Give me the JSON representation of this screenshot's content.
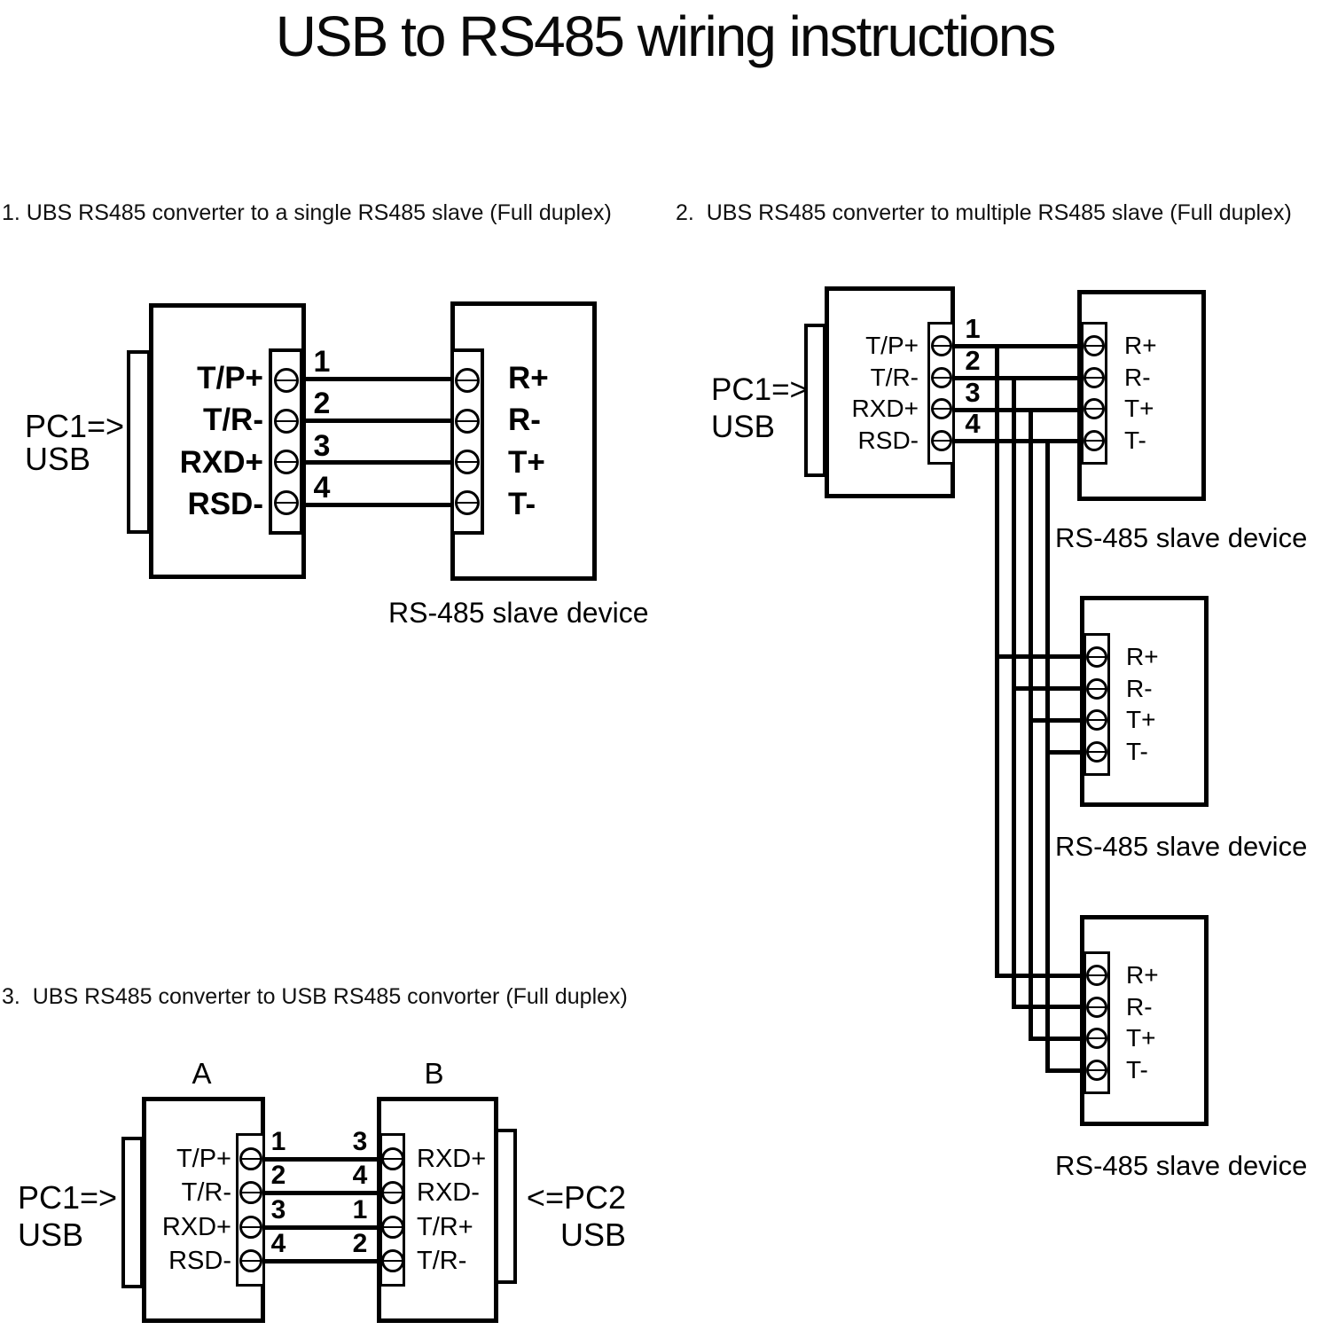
{
  "title": "USB to RS485 wiring instructions",
  "colors": {
    "ink": "#000000",
    "background": "#ffffff"
  },
  "sections": {
    "single": {
      "heading": "1. UBS RS485 converter to a single RS485 slave (Full duplex)",
      "converter": {
        "pc_label_line1": "PC1=>",
        "pc_label_line2": "USB",
        "pins": [
          "T/P+",
          "T/R-",
          "RXD+",
          "RSD-"
        ],
        "wire_numbers": [
          "1",
          "2",
          "3",
          "4"
        ]
      },
      "slave": {
        "pins": [
          "R+",
          "R-",
          "T+",
          "T-"
        ],
        "caption": "RS-485 slave device"
      }
    },
    "multiple": {
      "heading": "2.  UBS RS485 converter to multiple RS485 slave (Full duplex)",
      "converter": {
        "pc_label_line1": "PC1=>",
        "pc_label_line2": "USB",
        "pins": [
          "T/P+",
          "T/R-",
          "RXD+",
          "RSD-"
        ],
        "wire_numbers": [
          "1",
          "2",
          "3",
          "4"
        ]
      },
      "slaves": [
        {
          "pins": [
            "R+",
            "R-",
            "T+",
            "T-"
          ],
          "caption": "RS-485 slave device"
        },
        {
          "pins": [
            "R+",
            "R-",
            "T+",
            "T-"
          ],
          "caption": "RS-485 slave device"
        },
        {
          "pins": [
            "R+",
            "R-",
            "T+",
            "T-"
          ],
          "caption": "RS-485 slave device"
        }
      ]
    },
    "crossover": {
      "heading": "3.  UBS RS485 converter to USB RS485 convorter (Full duplex)",
      "converter_a": {
        "label": "A",
        "pc_label_line1": "PC1=>",
        "pc_label_line2": "USB",
        "pins": [
          "T/P+",
          "T/R-",
          "RXD+",
          "RSD-"
        ],
        "wire_numbers": [
          "1",
          "2",
          "3",
          "4"
        ]
      },
      "converter_b": {
        "label": "B",
        "pins": [
          "RXD+",
          "RXD-",
          "T/R+",
          "T/R-"
        ],
        "wire_numbers": [
          "3",
          "4",
          "1",
          "2"
        ],
        "pc_label_line1": "<=PC2",
        "pc_label_line2": "USB"
      }
    }
  }
}
